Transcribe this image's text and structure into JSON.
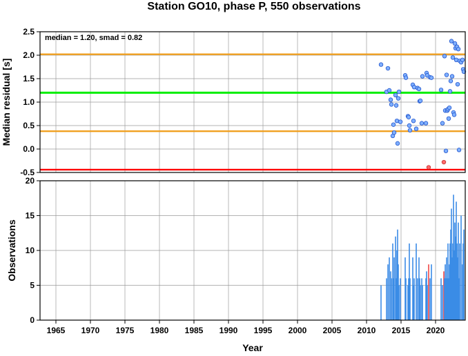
{
  "chart_data": {
    "title": "Station GO10, phase P, 550 observations",
    "xlabel": "Year",
    "x_ticks": [
      1965,
      1970,
      1975,
      1980,
      1985,
      1990,
      1995,
      2000,
      2005,
      2010,
      2015,
      2020
    ],
    "xlim": [
      1962.7,
      2024.3
    ],
    "colors": {
      "median_line": "#00ee00",
      "smad_lines": "#f0a020",
      "cutoff_line": "#ff0000",
      "point_fill": "#7fb0ff",
      "point_outlier": "#ff6a6a",
      "bar": "#3b8ce6",
      "bar_outlier": "#ee4444"
    },
    "panels": [
      {
        "type": "scatter",
        "ylabel": "Median residual [s]",
        "ylim": [
          -0.5,
          2.5
        ],
        "y_ticks": [
          -0.5,
          0.0,
          0.5,
          1.0,
          1.5,
          2.0,
          2.5
        ],
        "y_tick_labels": [
          "-0.5",
          "0.0",
          "0.5",
          "1.0",
          "1.5",
          "2.0",
          "2.5"
        ],
        "annotation": "median = 1.20, smad = 0.82",
        "hlines": [
          {
            "role": "median",
            "y": 1.2
          },
          {
            "role": "upper",
            "y": 2.02
          },
          {
            "role": "lower",
            "y": 0.38
          },
          {
            "role": "cutoff",
            "y": -0.44
          }
        ],
        "points": [
          {
            "x": 2012.1,
            "y": 1.8
          },
          {
            "x": 2012.9,
            "y": 1.22
          },
          {
            "x": 2013.1,
            "y": 1.72
          },
          {
            "x": 2013.3,
            "y": 1.25
          },
          {
            "x": 2013.5,
            "y": 1.05
          },
          {
            "x": 2013.6,
            "y": 0.95
          },
          {
            "x": 2013.8,
            "y": 0.28
          },
          {
            "x": 2013.9,
            "y": 0.52
          },
          {
            "x": 2014.0,
            "y": 0.35
          },
          {
            "x": 2014.2,
            "y": 1.15
          },
          {
            "x": 2014.3,
            "y": 0.93
          },
          {
            "x": 2014.4,
            "y": 0.6
          },
          {
            "x": 2014.5,
            "y": 0.12
          },
          {
            "x": 2014.6,
            "y": 1.08
          },
          {
            "x": 2014.7,
            "y": 1.22
          },
          {
            "x": 2014.9,
            "y": 0.58
          },
          {
            "x": 2015.6,
            "y": 1.57
          },
          {
            "x": 2015.7,
            "y": 1.52
          },
          {
            "x": 2016.0,
            "y": 0.7
          },
          {
            "x": 2016.1,
            "y": 0.68
          },
          {
            "x": 2016.2,
            "y": 0.5
          },
          {
            "x": 2016.3,
            "y": 0.4
          },
          {
            "x": 2016.7,
            "y": 1.37
          },
          {
            "x": 2016.8,
            "y": 0.6
          },
          {
            "x": 2016.9,
            "y": 1.32
          },
          {
            "x": 2017.2,
            "y": 0.43
          },
          {
            "x": 2017.4,
            "y": 1.3
          },
          {
            "x": 2017.6,
            "y": 1.28
          },
          {
            "x": 2017.7,
            "y": 1.02
          },
          {
            "x": 2017.8,
            "y": 1.03
          },
          {
            "x": 2018.0,
            "y": 0.55
          },
          {
            "x": 2018.1,
            "y": 1.55
          },
          {
            "x": 2018.6,
            "y": 0.55
          },
          {
            "x": 2018.7,
            "y": 1.62
          },
          {
            "x": 2018.8,
            "y": 1.57
          },
          {
            "x": 2019.0,
            "y": -0.39,
            "outlier": true
          },
          {
            "x": 2019.2,
            "y": 1.53
          },
          {
            "x": 2019.4,
            "y": 1.52
          },
          {
            "x": 2020.8,
            "y": 1.26
          },
          {
            "x": 2021.0,
            "y": 0.55
          },
          {
            "x": 2021.2,
            "y": -0.28,
            "outlier": true
          },
          {
            "x": 2021.3,
            "y": 1.98
          },
          {
            "x": 2021.4,
            "y": 0.82
          },
          {
            "x": 2021.5,
            "y": -0.04
          },
          {
            "x": 2021.6,
            "y": 1.58
          },
          {
            "x": 2021.7,
            "y": 0.82
          },
          {
            "x": 2021.8,
            "y": 0.85
          },
          {
            "x": 2021.9,
            "y": 0.65
          },
          {
            "x": 2022.0,
            "y": 0.88
          },
          {
            "x": 2022.1,
            "y": 1.23
          },
          {
            "x": 2022.2,
            "y": 1.45
          },
          {
            "x": 2022.3,
            "y": 2.3
          },
          {
            "x": 2022.4,
            "y": 1.55
          },
          {
            "x": 2022.5,
            "y": 1.95
          },
          {
            "x": 2022.6,
            "y": 0.78
          },
          {
            "x": 2022.7,
            "y": 0.73
          },
          {
            "x": 2022.8,
            "y": 2.25
          },
          {
            "x": 2022.9,
            "y": 2.15
          },
          {
            "x": 2023.0,
            "y": 1.9
          },
          {
            "x": 2023.1,
            "y": 2.18
          },
          {
            "x": 2023.2,
            "y": 1.38
          },
          {
            "x": 2023.3,
            "y": 2.13
          },
          {
            "x": 2023.4,
            "y": -0.02
          },
          {
            "x": 2023.5,
            "y": 1.88
          },
          {
            "x": 2023.7,
            "y": 1.85
          },
          {
            "x": 2023.9,
            "y": 1.9
          },
          {
            "x": 2024.0,
            "y": 1.7
          },
          {
            "x": 2024.1,
            "y": 1.65
          }
        ]
      },
      {
        "type": "bar",
        "ylabel": "Observations",
        "ylim": [
          0,
          20
        ],
        "y_ticks": [
          0,
          5,
          10,
          15,
          20
        ],
        "y_tick_labels": [
          "0",
          "5",
          "10",
          "15",
          "20"
        ],
        "bars": [
          {
            "x": 2012.1,
            "value": 5
          },
          {
            "x": 2012.9,
            "value": 6
          },
          {
            "x": 2013.1,
            "value": 8
          },
          {
            "x": 2013.3,
            "value": 9
          },
          {
            "x": 2013.5,
            "value": 7
          },
          {
            "x": 2013.6,
            "value": 6
          },
          {
            "x": 2013.8,
            "value": 11
          },
          {
            "x": 2013.9,
            "value": 6
          },
          {
            "x": 2014.0,
            "value": 9
          },
          {
            "x": 2014.2,
            "value": 12
          },
          {
            "x": 2014.3,
            "value": 6
          },
          {
            "x": 2014.4,
            "value": 10
          },
          {
            "x": 2014.5,
            "value": 13
          },
          {
            "x": 2014.6,
            "value": 8
          },
          {
            "x": 2014.7,
            "value": 5
          },
          {
            "x": 2014.9,
            "value": 6
          },
          {
            "x": 2015.6,
            "value": 9
          },
          {
            "x": 2015.7,
            "value": 6
          },
          {
            "x": 2016.0,
            "value": 5
          },
          {
            "x": 2016.1,
            "value": 6
          },
          {
            "x": 2016.2,
            "value": 11
          },
          {
            "x": 2016.3,
            "value": 6
          },
          {
            "x": 2016.7,
            "value": 9
          },
          {
            "x": 2016.8,
            "value": 5
          },
          {
            "x": 2016.9,
            "value": 6
          },
          {
            "x": 2017.2,
            "value": 11
          },
          {
            "x": 2017.4,
            "value": 6
          },
          {
            "x": 2017.6,
            "value": 9
          },
          {
            "x": 2017.7,
            "value": 6
          },
          {
            "x": 2017.8,
            "value": 5
          },
          {
            "x": 2018.0,
            "value": 6
          },
          {
            "x": 2018.1,
            "value": 5
          },
          {
            "x": 2018.6,
            "value": 6
          },
          {
            "x": 2018.7,
            "value": 7
          },
          {
            "x": 2018.8,
            "value": 5
          },
          {
            "x": 2019.0,
            "value": 8,
            "outlier": true
          },
          {
            "x": 2019.2,
            "value": 6
          },
          {
            "x": 2019.4,
            "value": 8
          },
          {
            "x": 2020.8,
            "value": 6
          },
          {
            "x": 2021.0,
            "value": 5
          },
          {
            "x": 2021.2,
            "value": 7,
            "outlier": true
          },
          {
            "x": 2021.3,
            "value": 6
          },
          {
            "x": 2021.4,
            "value": 8
          },
          {
            "x": 2021.5,
            "value": 6
          },
          {
            "x": 2021.6,
            "value": 9
          },
          {
            "x": 2021.7,
            "value": 6
          },
          {
            "x": 2021.8,
            "value": 11
          },
          {
            "x": 2021.9,
            "value": 6
          },
          {
            "x": 2022.0,
            "value": 8
          },
          {
            "x": 2022.1,
            "value": 11
          },
          {
            "x": 2022.2,
            "value": 13
          },
          {
            "x": 2022.3,
            "value": 16
          },
          {
            "x": 2022.4,
            "value": 9
          },
          {
            "x": 2022.5,
            "value": 11
          },
          {
            "x": 2022.6,
            "value": 18
          },
          {
            "x": 2022.7,
            "value": 10
          },
          {
            "x": 2022.8,
            "value": 14
          },
          {
            "x": 2022.9,
            "value": 12
          },
          {
            "x": 2023.0,
            "value": 17
          },
          {
            "x": 2023.1,
            "value": 11
          },
          {
            "x": 2023.2,
            "value": 9
          },
          {
            "x": 2023.3,
            "value": 14
          },
          {
            "x": 2023.4,
            "value": 6
          },
          {
            "x": 2023.5,
            "value": 11
          },
          {
            "x": 2023.7,
            "value": 15
          },
          {
            "x": 2023.9,
            "value": 8
          },
          {
            "x": 2024.0,
            "value": 11
          },
          {
            "x": 2024.1,
            "value": 13
          }
        ]
      }
    ]
  }
}
